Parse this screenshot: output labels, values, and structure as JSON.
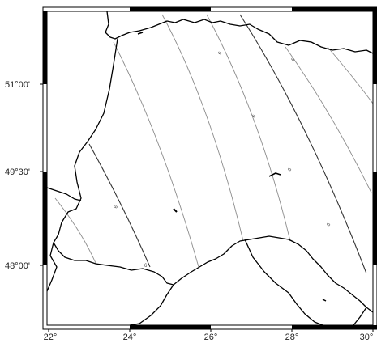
{
  "map": {
    "x_ticks": [
      "22°",
      "24°",
      "26°",
      "28°",
      "30°"
    ],
    "y_ticks": [
      "51°00'",
      "49°30'",
      "48°00'"
    ],
    "contour_labels": [
      "6",
      "6",
      "6",
      "6",
      "6",
      "6",
      "6"
    ],
    "colors": {
      "frame": "#000000",
      "coastline": "#000000",
      "contour_minor": "#8c8c8c",
      "contour_major": "#333333",
      "background": "#ffffff"
    }
  }
}
